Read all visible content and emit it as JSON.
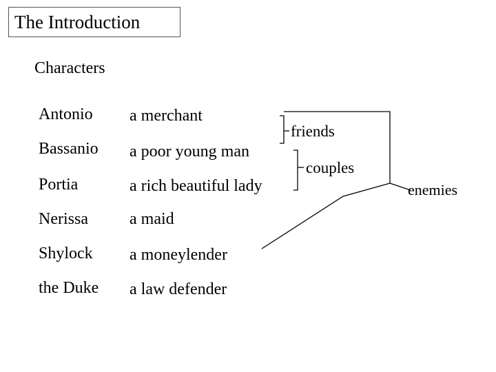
{
  "title": "The Introduction",
  "subtitle": "Characters",
  "characters": [
    {
      "name": "Antonio",
      "role": "a merchant"
    },
    {
      "name": "Bassanio",
      "role": "a poor young man"
    },
    {
      "name": "Portia",
      "role": "a rich beautiful lady"
    },
    {
      "name": "Nerissa",
      "role": "a maid"
    },
    {
      "name": "Shylock",
      "role": "a moneylender"
    },
    {
      "name": "the Duke",
      "role": "a law defender"
    }
  ],
  "relations": {
    "friends": "friends",
    "couples": "couples",
    "enemies": "enemies"
  }
}
